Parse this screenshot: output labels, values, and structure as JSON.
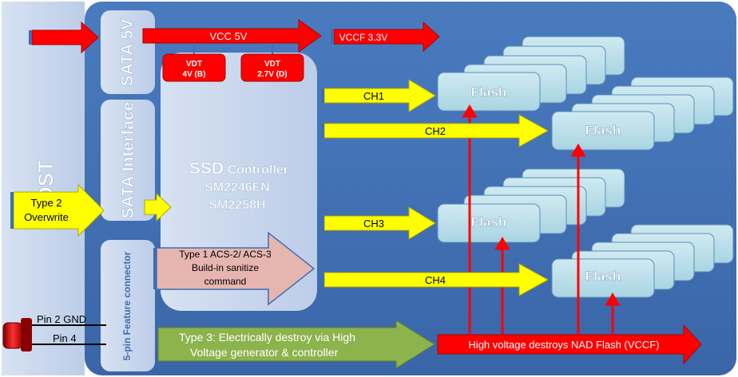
{
  "host_label": "HOST",
  "sata_power_label": "SATA 5V",
  "sata_interface_label": "SATA Interface",
  "feature_connector_label": "5-pin Feature connector",
  "vcc_label": "VCC 5V",
  "vccf_label": "VCCF 3.3V",
  "vdt_b_line1": "VDT",
  "vdt_b_line2": "4V (B)",
  "vdt_d_line1": "VDT",
  "vdt_d_line2": "2.7V (D)",
  "controller": {
    "title_bold": "SSD",
    "title_rest": " Controller",
    "model1": "SM2246EN",
    "model2": "SM2258H"
  },
  "channels": [
    "CH1",
    "CH2",
    "CH3",
    "CH4"
  ],
  "flash_label": "Flash",
  "type2_line1": "Type 2",
  "type2_line2": "Overwrite",
  "type1_line1": "Type 1 ACS-2/ ACS-3",
  "type1_line2": "Build-in sanitize",
  "type1_line3": "command",
  "type3_line1": "Type 3: Electrically destroy via High",
  "type3_line2": "Voltage generator & controller",
  "hv_label": "High voltage destroys NAD Flash (VCCF)",
  "pin2_label": "Pin 2 GND",
  "pin4_label": "Pin 4",
  "colors": {
    "board": "#3f6eb0",
    "panel": "#cbd9ef",
    "flash": "#b7dde8",
    "red": "#ff0000",
    "yellow": "#ffff00",
    "green": "#8cb34c",
    "pink": "#e6b5b0"
  }
}
